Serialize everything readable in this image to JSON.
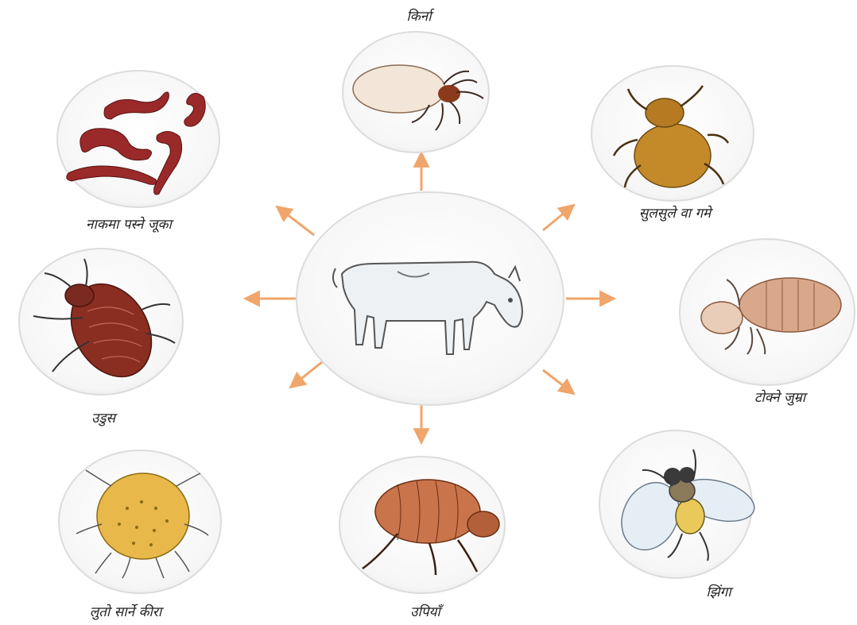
{
  "center": {
    "subject": "goat"
  },
  "items": [
    {
      "key": "kirna",
      "label": "किर्ना",
      "depicts": "tick"
    },
    {
      "key": "sulsule",
      "label": "सुलसुले वा गमे",
      "depicts": "biting-louse"
    },
    {
      "key": "tokne-jumra",
      "label": "टोक्ने जुम्रा",
      "depicts": "sucking-louse"
    },
    {
      "key": "jhinga",
      "label": "झिंगा",
      "depicts": "fly"
    },
    {
      "key": "upiyan",
      "label": "उपियाँ",
      "depicts": "flea"
    },
    {
      "key": "luto",
      "label": "लुतो सार्ने कीरा",
      "depicts": "mite"
    },
    {
      "key": "udus",
      "label": "उडुस",
      "depicts": "bed-bug"
    },
    {
      "key": "jooka",
      "label": "नाकमा पस्ने जूका",
      "depicts": "nasal-worm"
    }
  ],
  "colors": {
    "arrow": "#f0a56a",
    "circle_stroke": "#d9d9d9",
    "circle_fill": "#fbfbfb"
  }
}
